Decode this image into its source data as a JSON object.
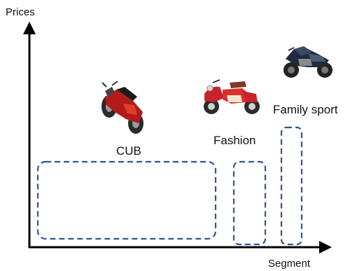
{
  "axes": {
    "y_label": "Prices",
    "x_label": "Segment"
  },
  "segments": [
    {
      "label": "CUB",
      "icon": "underbone-motorcycle-red-icon"
    },
    {
      "label": "Fashion",
      "icon": "retro-motorcycle-red-cream-icon"
    },
    {
      "label": "Family sport",
      "icon": "sport-motorcycle-dark-icon"
    }
  ],
  "colors": {
    "axis": "#000000",
    "dashed_outline": "#2f5597"
  }
}
